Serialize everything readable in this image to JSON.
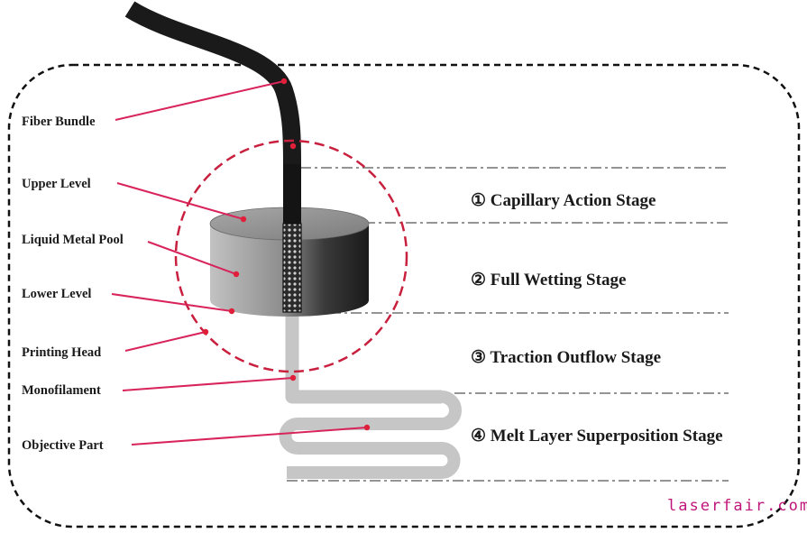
{
  "labels": {
    "fiber_bundle": "Fiber Bundle",
    "upper_level": "Upper Level",
    "liquid_metal_pool": "Liquid Metal Pool",
    "lower_level": "Lower Level",
    "printing_head": "Printing Head",
    "monofilament": "Monofilament",
    "objective_part": "Objective Part"
  },
  "stages": [
    "① Capillary Action Stage",
    "② Full Wetting Stage",
    "③ Traction Outflow Stage",
    "④ Melt Layer Superposition Stage"
  ],
  "watermark": "laserfair.com",
  "colors": {
    "border": "#111111",
    "leader_lines": "#d8245a",
    "printing_head_circle": "#c8203e",
    "fiber": "#1a1a1a",
    "pool_top": "#9a9a9a",
    "pool_side_light": "#b8b8b8",
    "pool_side_dark": "#222222",
    "filament": "#c6c6c6",
    "watermark": "#c0157a"
  }
}
